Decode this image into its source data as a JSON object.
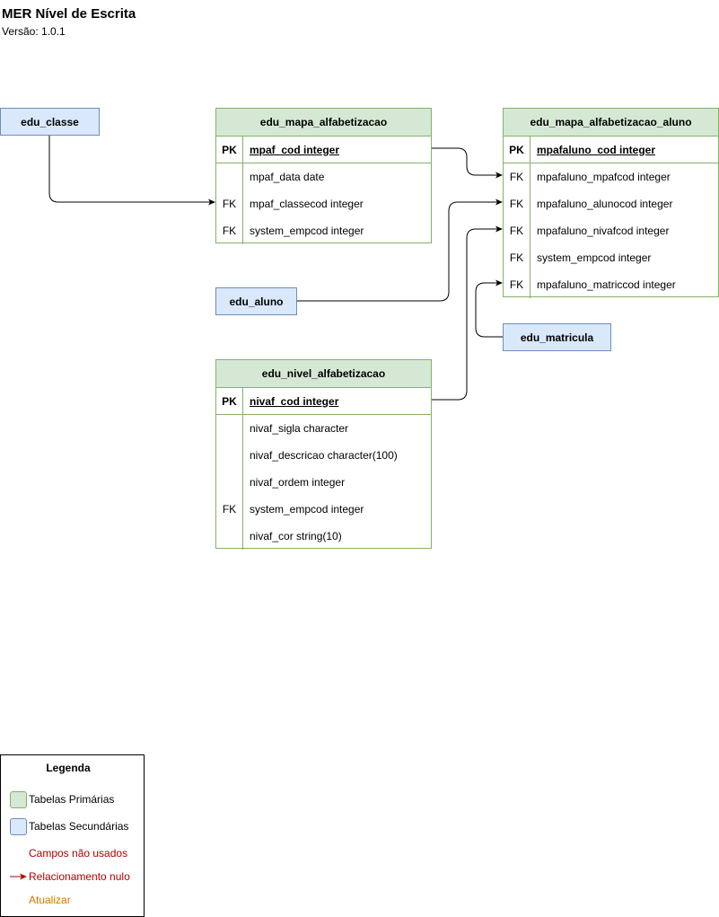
{
  "header": {
    "title": "MER Nível de Escrita",
    "version": "Versão: 1.0.1"
  },
  "tables": {
    "mapa": {
      "name": "edu_mapa_alfabetizacao",
      "rows": [
        {
          "key": "PK",
          "field": "mpaf_cod integer"
        },
        {
          "key": "",
          "field": "mpaf_data date"
        },
        {
          "key": "FK",
          "field": "mpaf_classecod integer"
        },
        {
          "key": "FK",
          "field": "system_empcod integer"
        }
      ]
    },
    "mapa_aluno": {
      "name": "edu_mapa_alfabetizacao_aluno",
      "rows": [
        {
          "key": "PK",
          "field": "mpafaluno_cod integer"
        },
        {
          "key": "FK",
          "field": "mpafaluno_mpafcod integer"
        },
        {
          "key": "FK",
          "field": "mpafaluno_alunocod integer"
        },
        {
          "key": "FK",
          "field": "mpafaluno_nivafcod integer"
        },
        {
          "key": "FK",
          "field": "system_empcod integer"
        },
        {
          "key": "FK",
          "field": "mpafaluno_matriccod integer"
        }
      ]
    },
    "nivel": {
      "name": "edu_nivel_alfabetizacao",
      "rows": [
        {
          "key": "PK",
          "field": "nivaf_cod integer"
        },
        {
          "key": "",
          "field": "nivaf_sigla character"
        },
        {
          "key": "",
          "field": "nivaf_descricao character(100)"
        },
        {
          "key": "",
          "field": "nivaf_ordem integer"
        },
        {
          "key": "FK",
          "field": "system_empcod integer"
        },
        {
          "key": "",
          "field": "nivaf_cor string(10)"
        }
      ]
    }
  },
  "secondary": {
    "classe": "edu_classe",
    "aluno": "edu_aluno",
    "matricula": "edu_matricula"
  },
  "legend": {
    "title": "Legenda",
    "primary": "Tabelas Primárias",
    "secondary": "Tabelas Secundárias",
    "unused": "Campos não usados",
    "null_rel": "Relacionamento nulo",
    "update": "Atualizar"
  },
  "colors": {
    "primary_fill": "#d5e8d4",
    "primary_border": "#82b366",
    "secondary_fill": "#dae8fc",
    "secondary_border": "#6c8ebf",
    "unused_text": "#b20000",
    "null_relation": "#b20000",
    "update_text": "#d97400"
  }
}
